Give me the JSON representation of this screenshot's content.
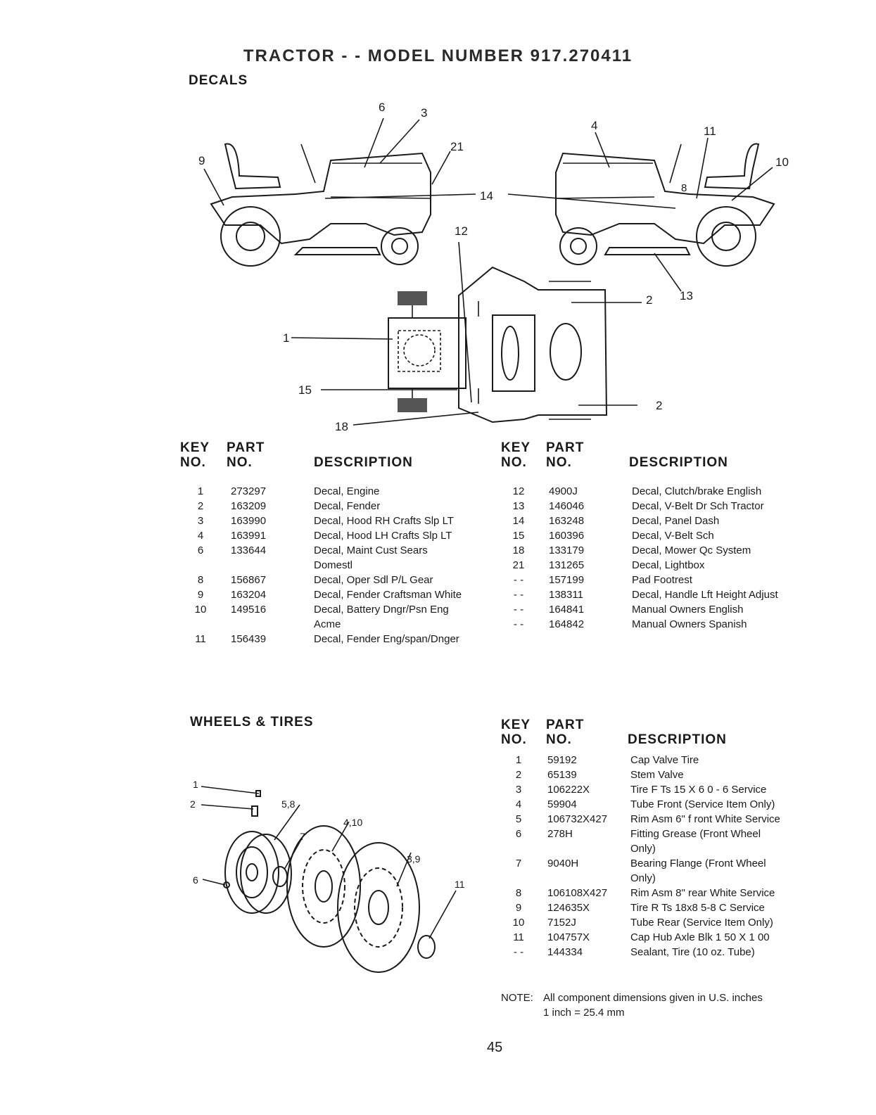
{
  "page_title": "TRACTOR - - MODEL NUMBER 917.270411",
  "decals": {
    "title": "DECALS",
    "headers": {
      "key1": "KEY",
      "key2": "NO.",
      "part1": "PART",
      "part2": "NO.",
      "desc": "DESCRIPTION"
    },
    "callouts": [
      "6",
      "3",
      "21",
      "9",
      "14",
      "12",
      "4",
      "11",
      "10",
      "8",
      "2",
      "13",
      "1",
      "15",
      "2",
      "18"
    ],
    "left_rows": [
      {
        "key": "1",
        "part": "273297",
        "desc": "Decal, Engine"
      },
      {
        "key": "2",
        "part": "163209",
        "desc": "Decal, Fender"
      },
      {
        "key": "3",
        "part": "163990",
        "desc": "Decal, Hood RH Crafts Slp LT"
      },
      {
        "key": "4",
        "part": "163991",
        "desc": "Decal, Hood LH Crafts Slp LT"
      },
      {
        "key": "6",
        "part": "133644",
        "desc": "Decal, Maint Cust Sears Domestl"
      },
      {
        "key": "8",
        "part": "156867",
        "desc": "Decal, Oper Sdl P/L Gear"
      },
      {
        "key": "9",
        "part": "163204",
        "desc": "Decal, Fender Craftsman White"
      },
      {
        "key": "10",
        "part": "149516",
        "desc": "Decal, Battery Dngr/Psn Eng Acme"
      },
      {
        "key": "11",
        "part": "156439",
        "desc": "Decal, Fender Eng/span/Dnger"
      }
    ],
    "right_rows": [
      {
        "key": "12",
        "part": "4900J",
        "desc": "Decal, Clutch/brake English"
      },
      {
        "key": "13",
        "part": "146046",
        "desc": "Decal, V-Belt Dr Sch Tractor"
      },
      {
        "key": "14",
        "part": "163248",
        "desc": "Decal, Panel Dash"
      },
      {
        "key": "15",
        "part": "160396",
        "desc": "Decal, V-Belt Sch"
      },
      {
        "key": "18",
        "part": "133179",
        "desc": "Decal, Mower Qc System"
      },
      {
        "key": "21",
        "part": "131265",
        "desc": "Decal, Lightbox"
      },
      {
        "key": "- -",
        "part": "157199",
        "desc": "Pad Footrest"
      },
      {
        "key": "- -",
        "part": "138311",
        "desc": "Decal, Handle Lft Height Adjust"
      },
      {
        "key": "- -",
        "part": "164841",
        "desc": "Manual Owners English"
      },
      {
        "key": "- -",
        "part": "164842",
        "desc": "Manual Owners Spanish"
      }
    ]
  },
  "wheels": {
    "title": "WHEELS & TIRES",
    "callouts": [
      "1",
      "2",
      "5,8",
      "4,10",
      "7",
      "3,9",
      "6",
      "11"
    ],
    "rows": [
      {
        "key": "1",
        "part": "59192",
        "desc": "Cap Valve Tire"
      },
      {
        "key": "2",
        "part": "65139",
        "desc": "Stem Valve"
      },
      {
        "key": "3",
        "part": "106222X",
        "desc": "Tire F Ts 15 X 6 0 - 6 Service"
      },
      {
        "key": "4",
        "part": "59904",
        "desc": "Tube Front (Service Item Only)"
      },
      {
        "key": "5",
        "part": "106732X427",
        "desc": "Rim Asm 6\" f ront White Service"
      },
      {
        "key": "6",
        "part": "278H",
        "desc": "Fitting Grease (Front Wheel Only)"
      },
      {
        "key": "7",
        "part": "9040H",
        "desc": "Bearing Flange (Front Wheel Only)"
      },
      {
        "key": "8",
        "part": "106108X427",
        "desc": "Rim Asm 8\" rear White Service"
      },
      {
        "key": "9",
        "part": "124635X",
        "desc": "Tire R Ts 18x8 5-8 C Service"
      },
      {
        "key": "10",
        "part": "7152J",
        "desc": "Tube Rear (Service Item Only)"
      },
      {
        "key": "11",
        "part": "104757X",
        "desc": "Cap Hub Axle Blk 1 50 X 1 00"
      },
      {
        "key": "- -",
        "part": "144334",
        "desc": "Sealant, Tire (10 oz. Tube)"
      }
    ],
    "note_label": "NOTE:",
    "note_line1": "All component dimensions given in U.S. inches",
    "note_line2": "1 inch = 25.4 mm"
  },
  "page_number": "45"
}
